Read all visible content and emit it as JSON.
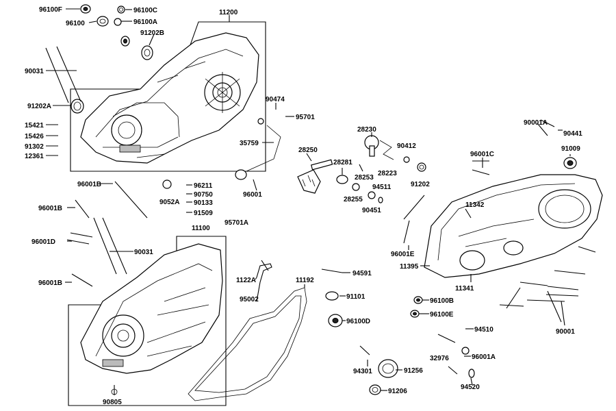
{
  "diagram": {
    "labels": {
      "p96100F": "96100F",
      "p96100C": "96100C",
      "p96100": "96100",
      "p96100A": "96100A",
      "p11200": "11200",
      "p91202B": "91202B",
      "p90031_top": "90031",
      "p91202A": "91202A",
      "p15421": "15421",
      "p15426": "15426",
      "p91302": "91302",
      "p12361": "12361",
      "p90474": "90474",
      "p95701": "95701",
      "p35759": "35759",
      "p28230": "28230",
      "p90412": "90412",
      "p28250": "28250",
      "p28281": "28281",
      "p28223": "28223",
      "p28253": "28253",
      "p94511": "94511",
      "p91202": "91202",
      "p28255": "28255",
      "p90451": "90451",
      "p96001C": "96001C",
      "p90001A": "90001A",
      "p90441": "90441",
      "p91009": "91009",
      "p96001B_top": "96001B",
      "p96211": "96211",
      "p90750": "90750",
      "p9052A": "9052A",
      "p90133": "90133",
      "p91509": "91509",
      "p96001": "96001",
      "p95701A": "95701A",
      "p11342": "11342",
      "p96001B_mid": "96001B",
      "p11100": "11100",
      "p96001D": "96001D",
      "p90031_bottom": "90031",
      "p96001E": "96001E",
      "p11395": "11395",
      "p11341": "11341",
      "p94591": "94591",
      "p1122A": "1122A",
      "p11192": "11192",
      "p96001B_bottom": "96001B",
      "p91101": "91101",
      "p95002": "95002",
      "p96100B": "96100B",
      "p96100E": "96100E",
      "p96100D": "96100D",
      "p90001": "90001",
      "p94510": "94510",
      "p32976": "32976",
      "p96001A": "96001A",
      "p94301": "94301",
      "p91256": "91256",
      "p91206": "91206",
      "p94520": "94520",
      "p90805": "90805"
    }
  }
}
